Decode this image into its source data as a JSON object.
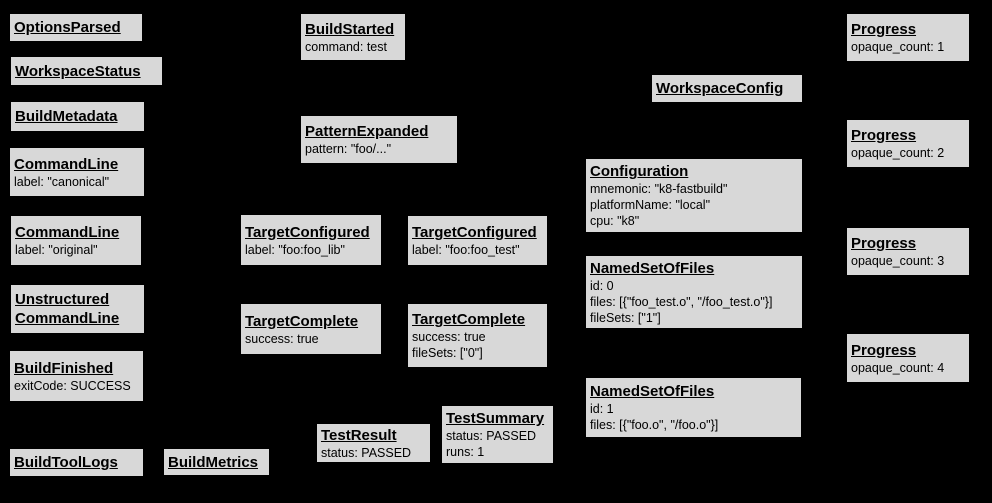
{
  "diagram": {
    "background_color": "#000000",
    "node_fill_color": "#d8d8d8",
    "node_border_color": "#000000",
    "node_text_color": "#000000"
  },
  "nodes": [
    {
      "id": "options-parsed",
      "title": "OptionsParsed",
      "lines": []
    },
    {
      "id": "workspace-status",
      "title": "WorkspaceStatus",
      "lines": []
    },
    {
      "id": "build-metadata",
      "title": "BuildMetadata",
      "lines": []
    },
    {
      "id": "command-line-canonical",
      "title": "CommandLine",
      "lines": [
        "label: \"canonical\""
      ]
    },
    {
      "id": "command-line-original",
      "title": "CommandLine",
      "lines": [
        "label: \"original\""
      ]
    },
    {
      "id": "unstructured-command-line",
      "title": "Unstructured\nCommandLine",
      "lines": []
    },
    {
      "id": "build-finished",
      "title": "BuildFinished",
      "lines": [
        "exitCode: SUCCESS"
      ]
    },
    {
      "id": "build-tool-logs",
      "title": "BuildToolLogs",
      "lines": []
    },
    {
      "id": "build-started",
      "title": "BuildStarted",
      "lines": [
        "command: test"
      ]
    },
    {
      "id": "pattern-expanded",
      "title": "PatternExpanded",
      "lines": [
        "pattern: \"foo/...\""
      ]
    },
    {
      "id": "target-configured-foo-lib",
      "title": "TargetConfigured",
      "lines": [
        "label: \"foo:foo_lib\""
      ]
    },
    {
      "id": "target-complete-foo-lib",
      "title": "TargetComplete",
      "lines": [
        "success: true"
      ]
    },
    {
      "id": "test-result",
      "title": "TestResult",
      "lines": [
        "status: PASSED"
      ]
    },
    {
      "id": "build-metrics",
      "title": "BuildMetrics",
      "lines": []
    },
    {
      "id": "target-configured-foo-test",
      "title": "TargetConfigured",
      "lines": [
        "label: \"foo:foo_test\""
      ]
    },
    {
      "id": "target-complete-foo-test",
      "title": "TargetComplete",
      "lines": [
        "success: true",
        "fileSets: [\"0\"]"
      ]
    },
    {
      "id": "test-summary",
      "title": "TestSummary",
      "lines": [
        "status: PASSED",
        "runs: 1"
      ]
    },
    {
      "id": "workspace-config",
      "title": "WorkspaceConfig",
      "lines": []
    },
    {
      "id": "configuration",
      "title": "Configuration",
      "lines": [
        "mnemonic: \"k8-fastbuild\"",
        "platformName: \"local\"",
        "cpu: \"k8\""
      ]
    },
    {
      "id": "named-set-of-files-0",
      "title": "NamedSetOfFiles",
      "lines": [
        "id: 0",
        "files: [{\"foo_test.o\", \"/foo_test.o\"}]",
        "fileSets: [\"1\"]"
      ]
    },
    {
      "id": "named-set-of-files-1",
      "title": "NamedSetOfFiles",
      "lines": [
        "id: 1",
        "files: [{\"foo.o\", \"/foo.o\"}]"
      ]
    },
    {
      "id": "progress-1",
      "title": "Progress",
      "lines": [
        "opaque_count: 1"
      ]
    },
    {
      "id": "progress-2",
      "title": "Progress",
      "lines": [
        "opaque_count: 2"
      ]
    },
    {
      "id": "progress-3",
      "title": "Progress",
      "lines": [
        "opaque_count: 3"
      ]
    },
    {
      "id": "progress-4",
      "title": "Progress",
      "lines": [
        "opaque_count: 4"
      ]
    }
  ]
}
